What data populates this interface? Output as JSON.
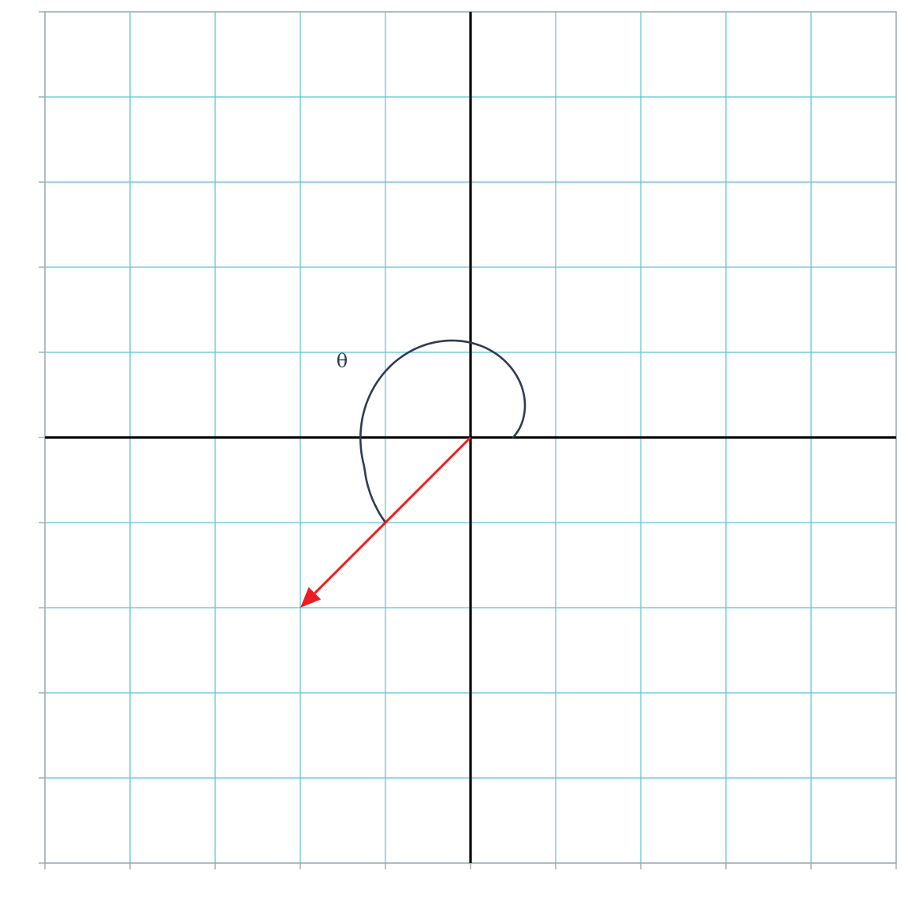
{
  "diagram": {
    "grid": {
      "x_min": -5,
      "x_max": 5,
      "y_min": -5,
      "y_max": 5,
      "step": 1
    },
    "colors": {
      "grid": "#5bc2d3",
      "axes": "#000000",
      "vector": "#ee1c25",
      "arc": "#2f3b55",
      "label": "#2f3b55",
      "ticks": "#9aa7ad"
    },
    "vector": {
      "from": [
        0,
        0
      ],
      "to": [
        -2,
        -2
      ]
    },
    "angle": {
      "label": "θ",
      "start_deg": 0,
      "end_deg": 225,
      "direction": "counterclockwise"
    }
  }
}
